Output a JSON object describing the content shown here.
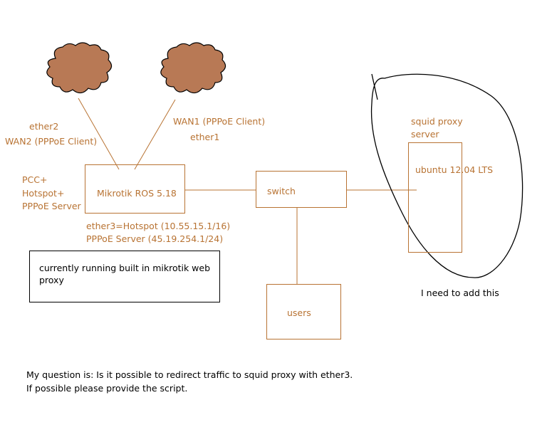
{
  "colors": {
    "line": "#b87333",
    "cloud": "#b87955",
    "text_brown": "#b87333",
    "text_black": "#000000"
  },
  "labels": {
    "ether2": "ether2",
    "wan2": "WAN2 (PPPoE Client)",
    "wan1": "WAN1 (PPPoE Client)",
    "ether1": "ether1",
    "pcc": "PCC+",
    "hotspot": "Hotspot+",
    "pppoe_server": "PPPoE Server",
    "ether3_line1": "ether3=Hotspot (10.55.15.1/16)",
    "ether3_line2": "PPPoE Server (45.19.254.1/24)",
    "squid_line1": "squid proxy",
    "squid_line2": "server",
    "need_to_add": "I need to add this"
  },
  "nodes": {
    "mikrotik": "Mikrotik ROS 5.18",
    "switch": "switch",
    "ubuntu": "ubuntu 12.04 LTS",
    "users": "users"
  },
  "note": {
    "line1": "currently running built in mikrotik web",
    "line2": "proxy"
  },
  "question": {
    "line1": "My question is: Is it possible to redirect traffic to squid proxy with ether3.",
    "line2": "If possible please provide the script."
  }
}
